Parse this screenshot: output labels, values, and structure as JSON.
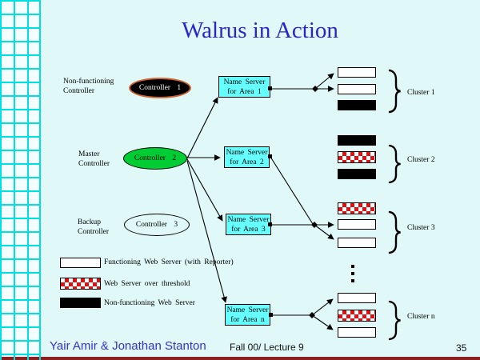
{
  "slide": {
    "title": "Walrus in Action"
  },
  "controller_labels": [
    {
      "line1": "Non-functioning",
      "line2": "Controller"
    },
    {
      "line1": "Master",
      "line2": "Controller"
    },
    {
      "line1": "Backup",
      "line2": "Controller"
    }
  ],
  "controllers": [
    {
      "name": "Controller 1",
      "status": "non-functioning"
    },
    {
      "name": "Controller 2",
      "status": "master"
    },
    {
      "name": "Controller 3",
      "status": "backup"
    }
  ],
  "name_servers": [
    {
      "line1": "Name Server",
      "line2": "for Area 1"
    },
    {
      "line1": "Name Server",
      "line2": "for Area 2"
    },
    {
      "line1": "Name Server",
      "line2": "for Area 3"
    },
    {
      "line1": "Name Server",
      "line2": "for Area n"
    }
  ],
  "clusters": [
    {
      "label": "Cluster 1",
      "servers": [
        "functioning",
        "functioning",
        "non-functioning"
      ]
    },
    {
      "label": "Cluster 2",
      "servers": [
        "non-functioning",
        "over-threshold",
        "non-functioning"
      ]
    },
    {
      "label": "Cluster 3",
      "servers": [
        "over-threshold",
        "functioning",
        "functioning"
      ]
    },
    {
      "label": "Cluster n",
      "servers": [
        "functioning",
        "over-threshold",
        "functioning"
      ]
    }
  ],
  "ellipsis": "⋮",
  "legend": [
    {
      "type": "functioning",
      "label": "Functioning Web Server (with Reporter)"
    },
    {
      "type": "over-threshold",
      "label": "Web Server over threshold"
    },
    {
      "type": "non-functioning",
      "label": "Non-functioning Web Server"
    }
  ],
  "footer": {
    "authors": "Yair Amir & Jonathan Stanton",
    "course": "Fall 00/ Lecture 9",
    "page_number": "35"
  },
  "icons": {
    "cluster_brace": "}"
  },
  "colors": {
    "background": "#E0F8F8",
    "grid_line": "#00E0E0",
    "grid_cell": "#F4FEFE",
    "title_blue": "#2626C9",
    "name_server_fill": "#66FFFF",
    "controller1_fill": "#000000",
    "controller1_border": "#CC6633",
    "controller2_fill": "#00CC33",
    "threshold_red": "#DD1111",
    "bottom_bar_maroon": "#8B2020",
    "footer_blue": "#3333CC"
  },
  "connections": [
    "controller-2 -> name-server-1",
    "controller-2 -> name-server-2",
    "controller-2 -> name-server-3",
    "controller-2 -> name-server-n",
    "name-server-1 -> cluster-1 servers 1,2",
    "name-server-2 -> cluster-3 junction",
    "name-server-3 -> cluster-3 servers 2,3",
    "name-server-n -> cluster-n servers 1,3"
  ]
}
